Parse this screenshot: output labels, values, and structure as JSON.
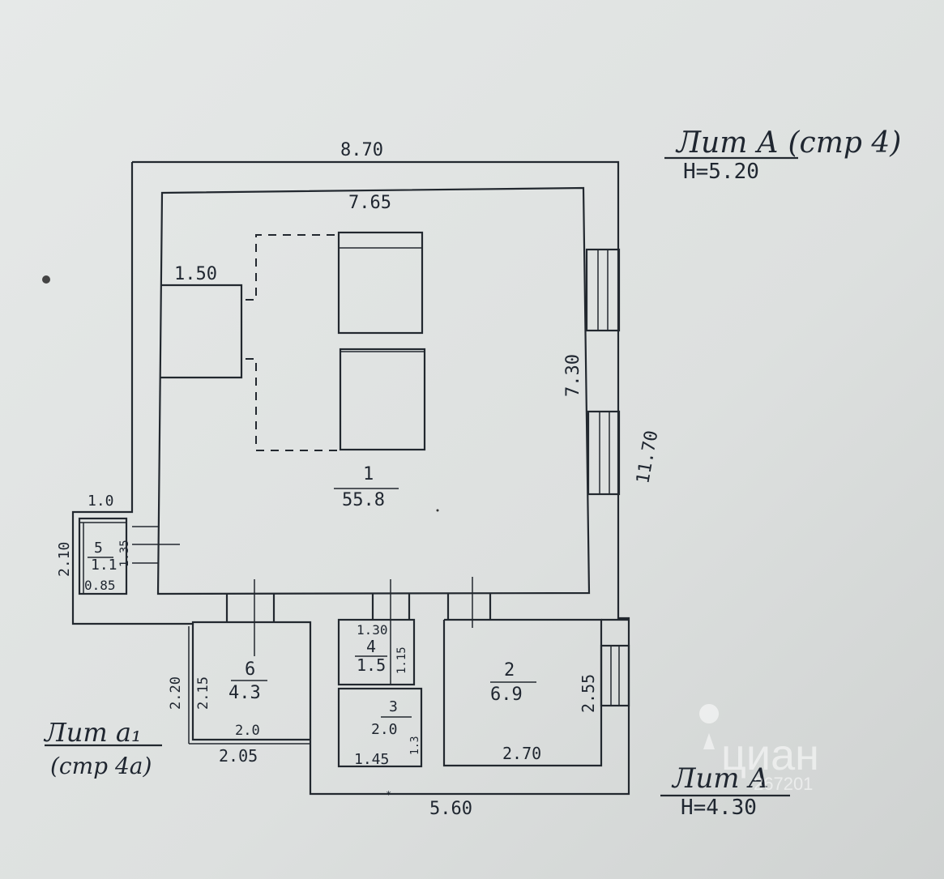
{
  "plan": {
    "header_main": {
      "lit": "Лит А (стр 4)",
      "height": "Н=5.20"
    },
    "header_bottom_right": {
      "lit": "Лит А",
      "height": "Н=4.30"
    },
    "header_bottom_left": {
      "lit": "Лит а₁",
      "sub": "(стр 4а)"
    },
    "dimensions": {
      "outer_top": "8.70",
      "inner_top": "7.65",
      "inner_right": "7.30",
      "outer_right": "11.70",
      "bottom": "5.60",
      "small_room_width": "1.50",
      "room5_top": "1.0",
      "room5_left": "2.10",
      "room5_inner": "1.35",
      "room5_bottom": "0.85",
      "room6_left_outer": "2.20",
      "room6_left_inner": "2.15",
      "room6_bottom_inner": "2.0",
      "room6_bottom_outer": "2.05",
      "room4_top": "1.30",
      "room4_side": "1.15",
      "room3_inner": "2.0",
      "room3_side": "1.3",
      "room3_bottom": "1.45",
      "room2_side": "2.55",
      "room2_bottom": "2.70"
    },
    "rooms": [
      {
        "number": "1",
        "area": "55.8"
      },
      {
        "number": "2",
        "area": "6.9"
      },
      {
        "number": "3",
        "area": ""
      },
      {
        "number": "4",
        "area": "1.5"
      },
      {
        "number": "5",
        "area": "1.1"
      },
      {
        "number": "6",
        "area": "4.3"
      }
    ]
  },
  "watermark": {
    "brand": "циан",
    "code": "267201"
  }
}
